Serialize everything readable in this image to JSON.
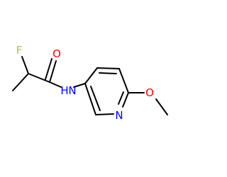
{
  "molecule": {
    "atoms": {
      "fluorine": {
        "label": "F",
        "color": "#9ACD32"
      },
      "carbonyl_oxygen": {
        "label": "O",
        "color": "#FF0000"
      },
      "amide_nitrogen": {
        "label": "N",
        "color": "#0000FF"
      },
      "amide_hydrogen": {
        "label": "H",
        "color": "#0000FF"
      },
      "pyridine_nitrogen": {
        "label": "N",
        "color": "#0000FF"
      },
      "methoxy_oxygen": {
        "label": "O",
        "color": "#FF0000"
      }
    },
    "bond_color": "#000000"
  }
}
